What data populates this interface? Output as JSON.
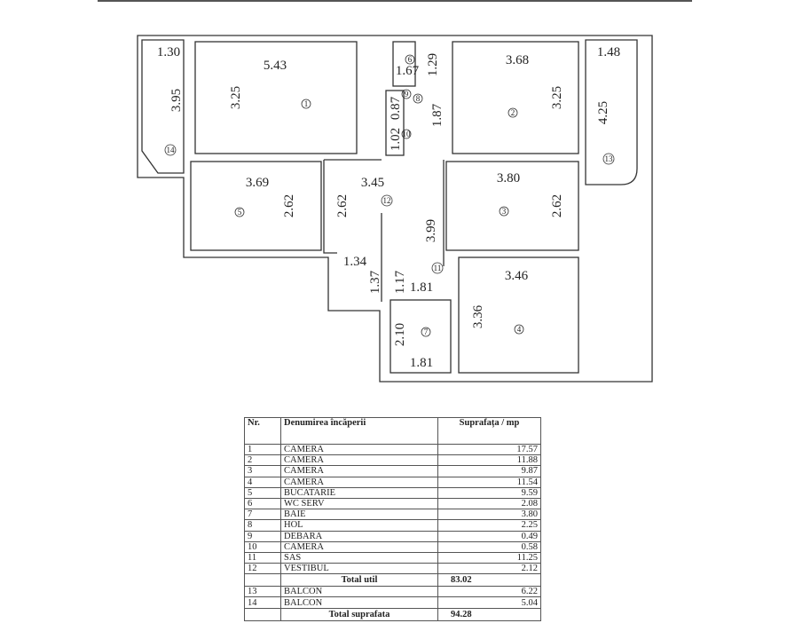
{
  "plan": {
    "room_numbers": [
      "1",
      "2",
      "3",
      "4",
      "5",
      "6",
      "7",
      "8",
      "9",
      "10",
      "11",
      "12",
      "13",
      "14"
    ],
    "dims": {
      "r1_w": "5.43",
      "r1_h": "3.25",
      "r2_w": "3.68",
      "r2_h": "3.25",
      "r3_w": "3.80",
      "r3_h": "2.62",
      "r4_w": "3.46",
      "r4_h": "3.36",
      "r5_w": "3.69",
      "r5_h": "2.62",
      "r6_w": "1.67",
      "r6_h": "1.29",
      "r7_w": "1.81",
      "r7_h": "2.10",
      "r8_h": "1.87",
      "r9_h": "0.87",
      "r10_h": "1.02",
      "r11_w": "1.81",
      "r11_h": "1.17",
      "r12_w": "3.45",
      "r12_h": "2.62",
      "r12_l": "3.99",
      "entry_w": "1.34",
      "entry_h": "1.37",
      "b13_w": "1.48",
      "b13_h": "4.25",
      "b14_w": "1.30",
      "b14_h": "3.95"
    }
  },
  "table": {
    "headers": {
      "nr": "Nr.",
      "name": "Denumirea încăperii",
      "area": "Suprafața / mp"
    },
    "rows": [
      {
        "nr": "1",
        "name": "CAMERA",
        "area": "17.57"
      },
      {
        "nr": "2",
        "name": "CAMERA",
        "area": "11.88"
      },
      {
        "nr": "3",
        "name": "CAMERA",
        "area": "9.87"
      },
      {
        "nr": "4",
        "name": "CAMERA",
        "area": "11.54"
      },
      {
        "nr": "5",
        "name": "BUCATARIE",
        "area": "9.59"
      },
      {
        "nr": "6",
        "name": "WC SERV",
        "area": "2.08"
      },
      {
        "nr": "7",
        "name": "BAIE",
        "area": "3.80"
      },
      {
        "nr": "8",
        "name": "HOL",
        "area": "2.25"
      },
      {
        "nr": "9",
        "name": "DEBARA",
        "area": "0.49"
      },
      {
        "nr": "10",
        "name": "CAMERA",
        "area": "0.58"
      },
      {
        "nr": "11",
        "name": "SAS",
        "area": "11.25"
      },
      {
        "nr": "12",
        "name": "VESTIBUL",
        "area": "2.12"
      }
    ],
    "total_util": {
      "label": "Total util",
      "value": "83.02"
    },
    "balcony_rows": [
      {
        "nr": "13",
        "name": "BALCON",
        "area": "6.22"
      },
      {
        "nr": "14",
        "name": "BALCON",
        "area": "5.04"
      }
    ],
    "total": {
      "label": "Total suprafata",
      "value": "94.28"
    }
  }
}
